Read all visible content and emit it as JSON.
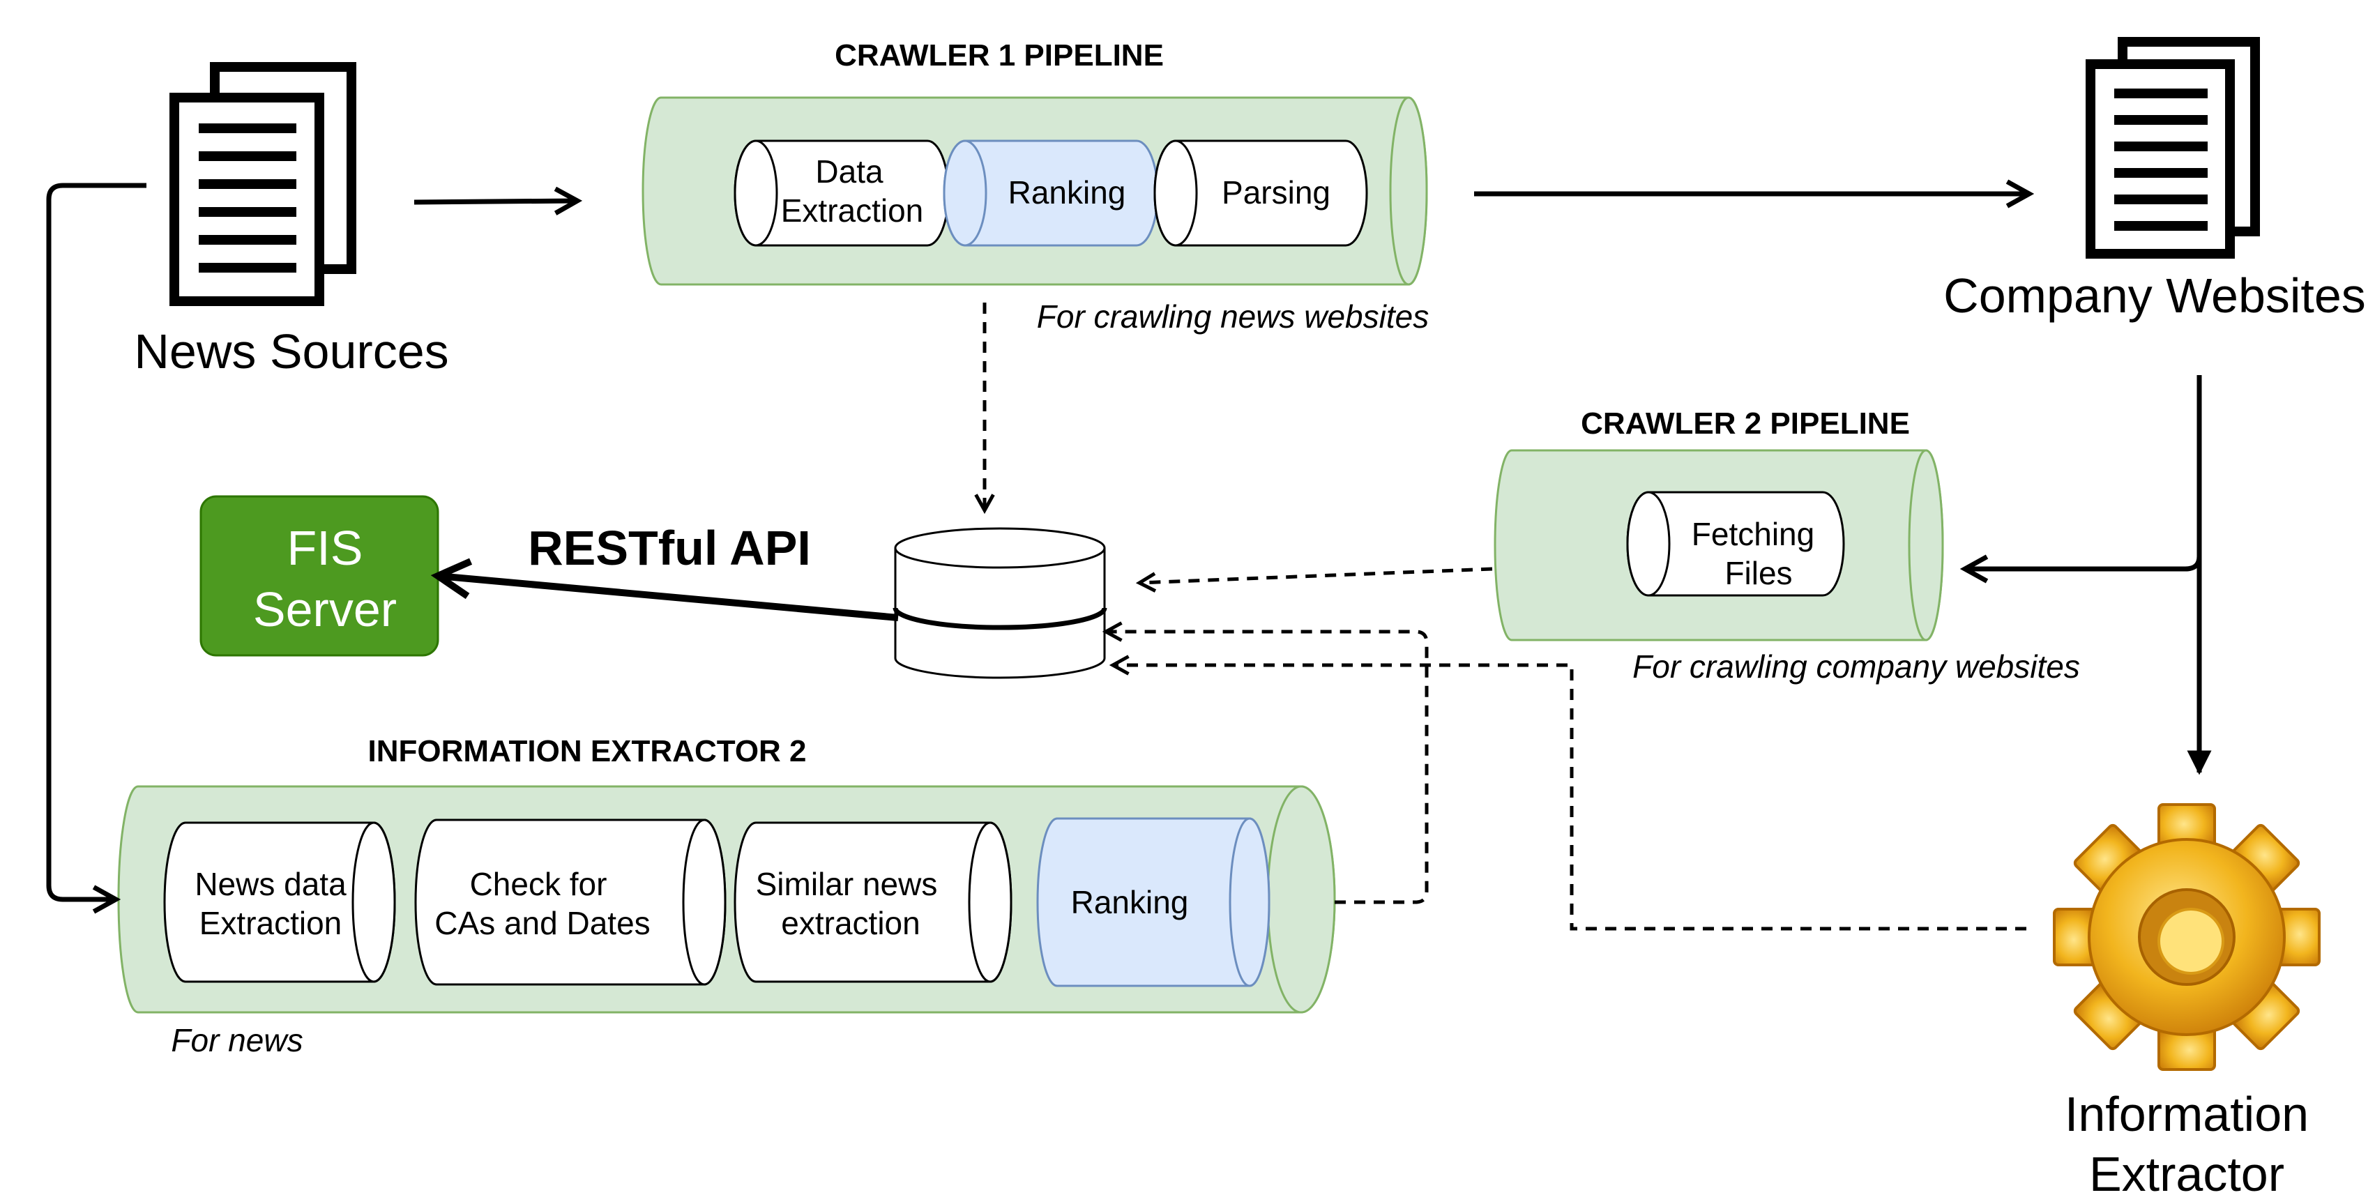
{
  "news_sources": {
    "label": "News Sources",
    "icon": "document-stack-icon"
  },
  "company_websites": {
    "label": "Company Websites",
    "icon": "document-stack-icon"
  },
  "crawler1": {
    "title": "CRAWLER 1 PIPELINE",
    "stages": [
      {
        "line1": "Data",
        "line2": "Extraction"
      },
      {
        "line1": "Ranking",
        "line2": ""
      },
      {
        "line1": "Parsing",
        "line2": ""
      }
    ],
    "caption": "For crawling news websites"
  },
  "crawler2": {
    "title": "CRAWLER 2 PIPELINE",
    "stage": {
      "line1": "Fetching",
      "line2": "Files"
    },
    "caption": "For crawling company websites"
  },
  "extractor2": {
    "title": "INFORMATION EXTRACTOR 2",
    "stages": [
      {
        "line1": "News data",
        "line2": "Extraction"
      },
      {
        "line1": "Check for",
        "line2": "CAs and Dates"
      },
      {
        "line1": "Similar news",
        "line2": "extraction"
      },
      {
        "line1": "Ranking",
        "line2": ""
      }
    ],
    "caption": "For news"
  },
  "fis_server": {
    "line1": "FIS",
    "line2": "Server"
  },
  "api_label": "RESTful API",
  "info_extractor": {
    "line1": "Information",
    "line2": "Extractor",
    "icon": "gear-icon"
  },
  "database": {
    "icon": "database-icon"
  },
  "colors": {
    "pipeline_fill": "#d5e8d4",
    "pipeline_stroke": "#82b366",
    "ranking_fill": "#dae8fc",
    "ranking_stroke": "#6c8ebf",
    "server_fill": "#4d9a20",
    "server_stroke": "#2d7600",
    "gear": "#f0b020"
  }
}
